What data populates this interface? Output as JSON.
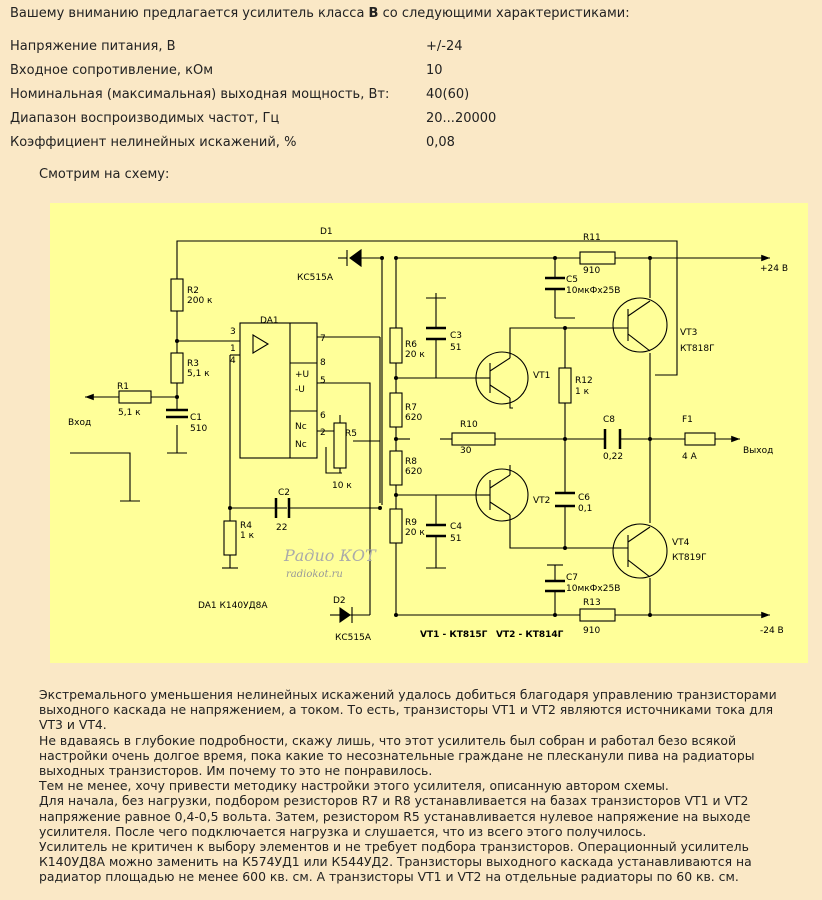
{
  "intro": {
    "pre": "Вашему вниманию предлагается усилитель класса ",
    "bold": "B",
    "post": " со следующими характеристиками:"
  },
  "specs": [
    {
      "name": "Напряжение питания, В",
      "value": "+/-24"
    },
    {
      "name": "Входное сопротивление, кОм",
      "value": "10"
    },
    {
      "name": "Номинальная (максимальная) выходная мощность, Вт:",
      "value": "40(60)"
    },
    {
      "name": "Диапазон воспроизводимых частот, Гц",
      "value": "20...20000"
    },
    {
      "name": "Коэффициент нелинейных искажений, %",
      "value": "0,08"
    }
  ],
  "see_scheme": "Смотрим на схему:",
  "schematic": {
    "d1": "D1",
    "d1_type": "КС515А",
    "d2": "D2",
    "d2_type": "КС515А",
    "r1": "R1",
    "r1_val": "5,1 к",
    "r2": "R2",
    "r2_val": "200 к",
    "r3": "R3",
    "r3_val": "5,1 к",
    "r4": "R4",
    "r4_val": "1 к",
    "r5": "R5",
    "r5_val": "10 к",
    "r6": "R6",
    "r6_val": "20 к",
    "r7": "R7",
    "r7_val": "620",
    "r8": "R8",
    "r8_val": "620",
    "r9": "R9",
    "r9_val": "20 к",
    "r10": "R10",
    "r10_val": "30",
    "r11": "R11",
    "r11_val": "910",
    "r12": "R12",
    "r12_val": "1 к",
    "r13": "R13",
    "r13_val": "910",
    "c1": "C1",
    "c1_val": "510",
    "c2": "C2",
    "c2_val": "22",
    "c3": "C3",
    "c3_val": "51",
    "c4": "C4",
    "c4_val": "51",
    "c5": "C5",
    "c5_val": "10мкФх25В",
    "c6": "C6",
    "c6_val": "0,1",
    "c7": "C7",
    "c7_val": "10мкФх25В",
    "c8": "C8",
    "c8_val": "0,22",
    "f1": "F1",
    "f1_val": "4 А",
    "vt1": "VT1",
    "vt2": "VT2",
    "vt3": "VT3",
    "vt3_type": "КТ818Г",
    "vt4": "VT4",
    "vt4_type": "КТ819Г",
    "da1": "DA1",
    "da1_note": "DA1 К140УД8А",
    "pin3": "3",
    "pin7": "7",
    "pin1": "1",
    "pin4": "4",
    "pin8": "8",
    "pin5": "5",
    "pin6": "6",
    "pin2": "2",
    "pu": "+U",
    "mu": "-U",
    "nc1": "Nc",
    "nc2": "Nc",
    "plus24": "+24 В",
    "minus24": "-24 В",
    "input": "Вход",
    "output": "Выход",
    "vt_note1": "VT1 - КТ815Г",
    "vt_note2": "VT2 - КТ814Г",
    "wm_title": "Радио КОТ",
    "wm_url": "radiokot.ru"
  },
  "paragraphs": [
    "Экстремального уменьшения нелинейных искажений удалось добиться благодаря управлению транзисторами выходного каскада не напряжением, а током. То есть, транзисторы VT1 и VT2 являются источниками тока для VT3 и VT4.",
    "Не вдаваясь в глубокие подробности, скажу лишь, что этот усилитель был собран и работал безо всякой настройки очень долгое время, пока какие то несознательные граждане не плесканули пива на радиаторы выходных транзисторов. Им почему то это не понравилось.",
    "Тем не менее, хочу привести методику настройки этого усилителя, описанную автором схемы.",
    "Для начала, без нагрузки, подбором резисторов R7 и R8 устанавливается на базах транзисторов VT1 и VT2 напряжение равное 0,4-0,5 вольта. Затем, резистором R5 устанавливается нулевое напряжение на выходе усилителя. После чего подключается нагрузка и слушается, что из всего этого получилось.",
    "Усилитель не критичен к выбору элементов и не требует подбора транзисторов. Операционный усилитель К140УД8А можно заменить на К574УД1 или К544УД2. Транзисторы выходного каскада устанавливаются на радиатор площадью не менее 600 кв. см. А транзисторы VT1 и VT2 на отдельные радиаторы по 60 кв. см."
  ]
}
